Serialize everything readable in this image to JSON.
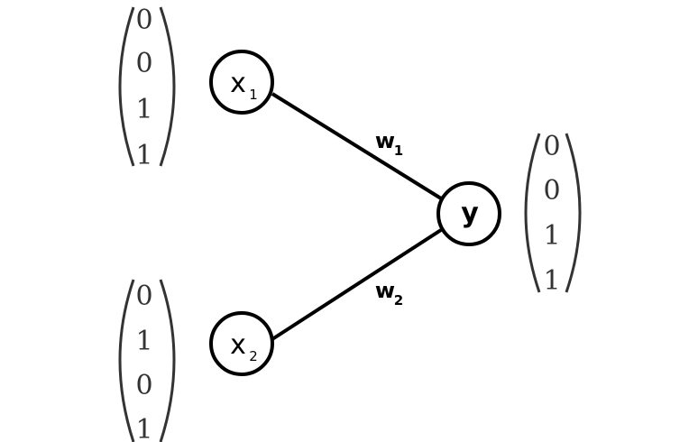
{
  "diagram": {
    "inputs": [
      {
        "name": "x",
        "subscript": "1",
        "vector": [
          "0",
          "0",
          "1",
          "1"
        ]
      },
      {
        "name": "x",
        "subscript": "2",
        "vector": [
          "0",
          "1",
          "0",
          "1"
        ]
      }
    ],
    "output": {
      "name": "y",
      "vector": [
        "0",
        "0",
        "1",
        "1"
      ]
    },
    "weights": [
      {
        "name": "w",
        "subscript": "1"
      },
      {
        "name": "w",
        "subscript": "2"
      }
    ]
  }
}
